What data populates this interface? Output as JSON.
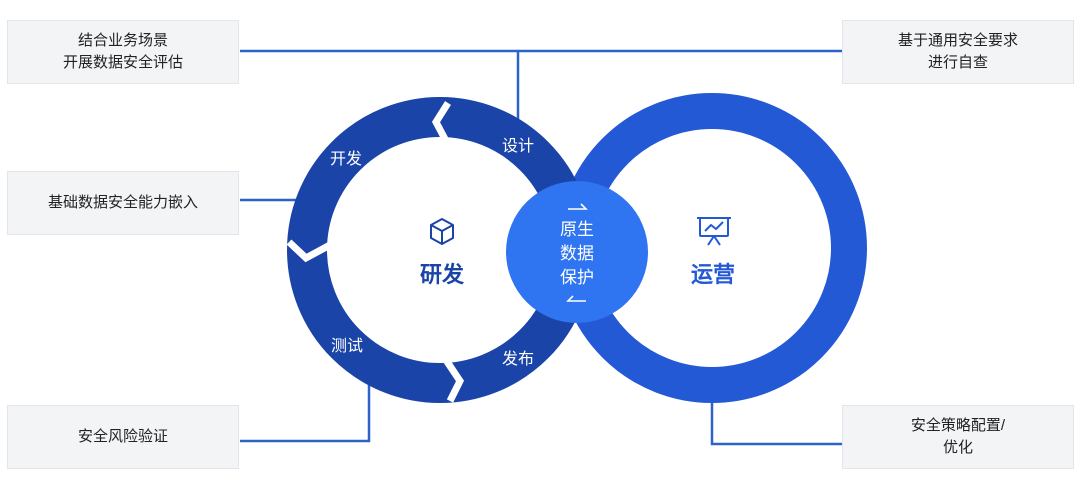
{
  "left_boxes": {
    "top": [
      "结合业务场景",
      "开展数据安全评估"
    ],
    "middle": [
      "基础数据安全能力嵌入"
    ],
    "bottom": [
      "安全风险验证"
    ]
  },
  "right_boxes": {
    "top": [
      "基于通用安全要求",
      "进行自查"
    ],
    "bottom": [
      "安全策略配置/",
      "优化"
    ]
  },
  "ring_left": {
    "title": "研发",
    "icon": "cube-icon",
    "segments": {
      "design": "设计",
      "develop": "开发",
      "test": "测试",
      "release": "发布"
    }
  },
  "ring_right": {
    "title": "运营",
    "icon": "presentation-board-icon"
  },
  "center": {
    "lines": [
      "原生",
      "数据",
      "保护"
    ]
  },
  "colors": {
    "ring_dark": "#1a44a8",
    "ring_right": "#2459d6",
    "center_circle": "#2f74f0",
    "connector": "#2c63c9",
    "box_bg": "#f3f4f6"
  }
}
